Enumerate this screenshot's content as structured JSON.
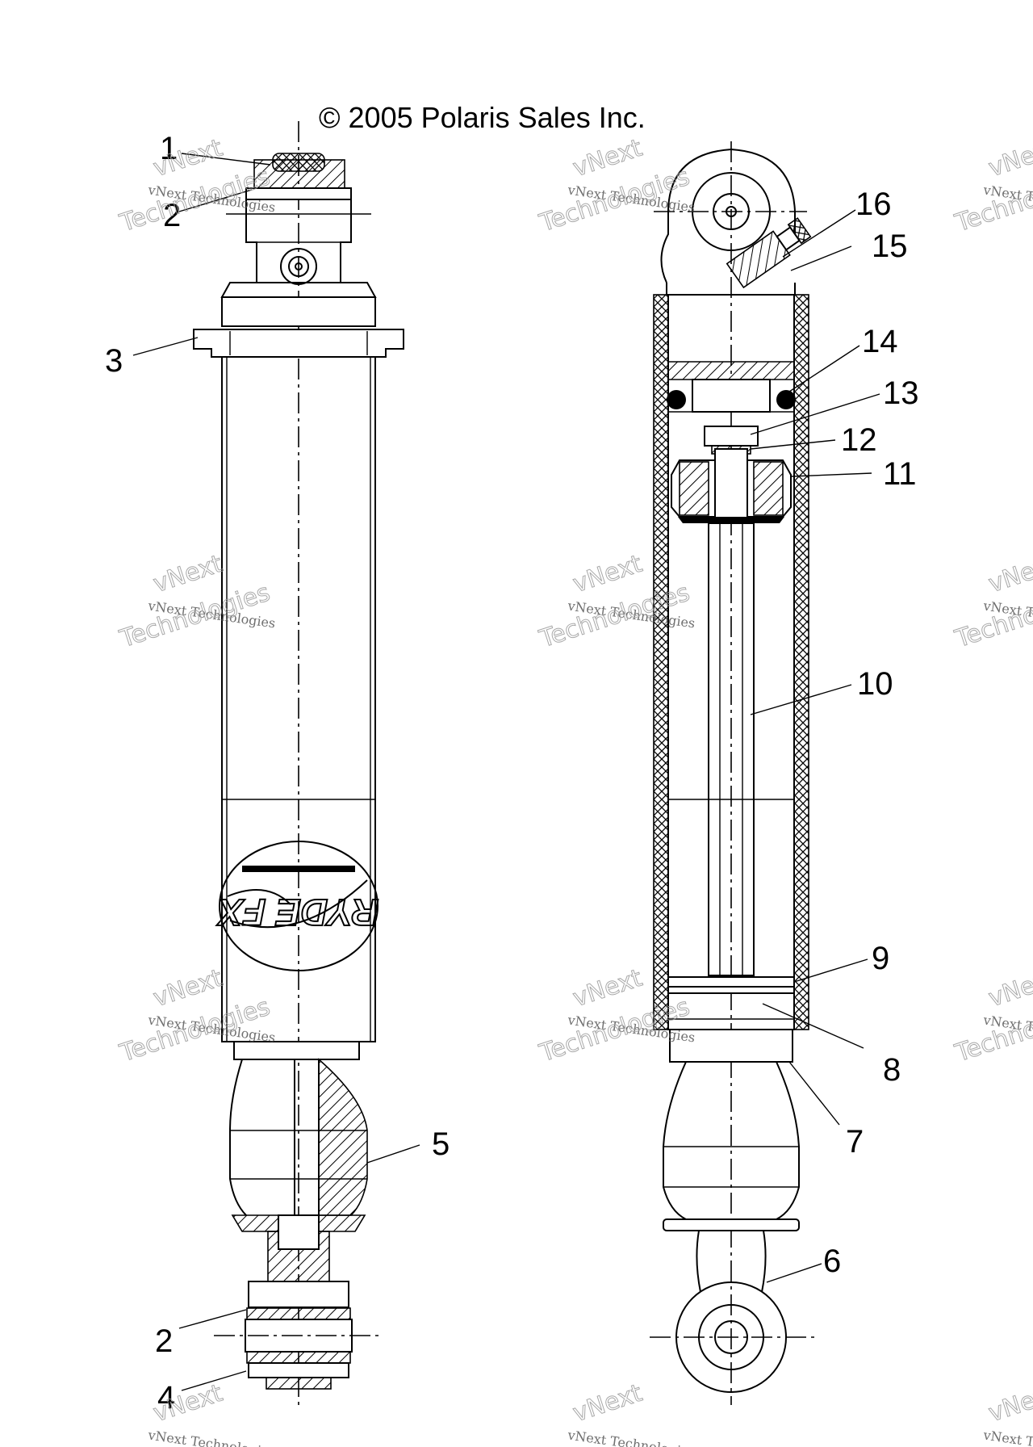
{
  "copyright": "© 2005 Polaris Sales Inc.",
  "watermark": {
    "line1": "vNext Technologies",
    "line2_top": "vNext",
    "line2_bottom": "Technologies"
  },
  "logo_text": "RYDE FX",
  "callouts": {
    "c1": "1",
    "c2a": "2",
    "c2b": "2",
    "c3": "3",
    "c4": "4",
    "c5": "5",
    "c6": "6",
    "c7": "7",
    "c8": "8",
    "c9": "9",
    "c10": "10",
    "c11": "11",
    "c12": "12",
    "c13": "13",
    "c14": "14",
    "c15": "15",
    "c16": "16"
  }
}
